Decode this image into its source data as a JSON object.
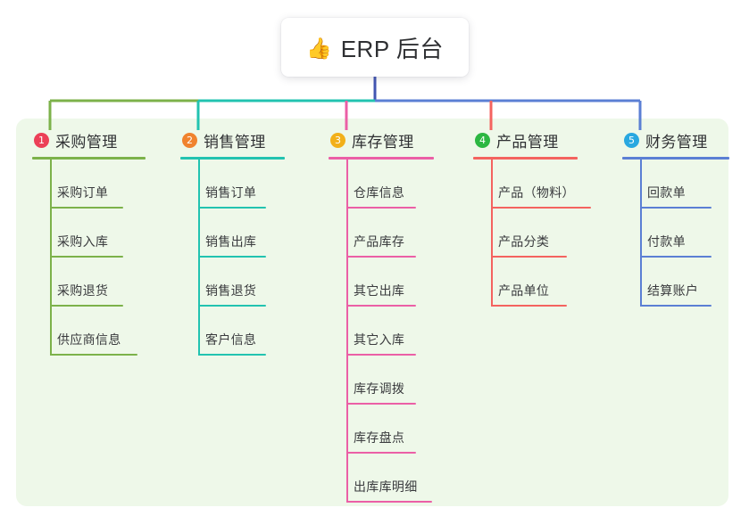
{
  "root": {
    "icon": "thumbs-up-icon",
    "emoji": "👍",
    "title": "ERP 后台"
  },
  "theme": {
    "panel_bg": "#eef8e9",
    "page_bg": "#ffffff",
    "text": "#2f3033",
    "item_text": "#3a3b3e",
    "root_connector": "#4255b2"
  },
  "columns": [
    {
      "index": "1",
      "title": "采购管理",
      "badge_color": "#ec4058",
      "line_color": "#7cb24a",
      "rule_width": 127,
      "items": [
        {
          "label": "采购订单",
          "rule_width": 82
        },
        {
          "label": "采购入库",
          "rule_width": 82
        },
        {
          "label": "采购退货",
          "rule_width": 82
        },
        {
          "label": "供应商信息",
          "rule_width": 98
        }
      ]
    },
    {
      "index": "2",
      "title": "销售管理",
      "badge_color": "#f0832e",
      "line_color": "#22c3b0",
      "rule_width": 117,
      "items": [
        {
          "label": "销售订单",
          "rule_width": 76
        },
        {
          "label": "销售出库",
          "rule_width": 76
        },
        {
          "label": "销售退货",
          "rule_width": 76
        },
        {
          "label": "客户信息",
          "rule_width": 76
        }
      ]
    },
    {
      "index": "3",
      "title": "库存管理",
      "badge_color": "#f2b019",
      "line_color": "#eb5fa6",
      "rule_width": 118,
      "items": [
        {
          "label": "仓库信息",
          "rule_width": 78
        },
        {
          "label": "产品库存",
          "rule_width": 78
        },
        {
          "label": "其它出库",
          "rule_width": 78
        },
        {
          "label": "其它入库",
          "rule_width": 78
        },
        {
          "label": "库存调拨",
          "rule_width": 78
        },
        {
          "label": "库存盘点",
          "rule_width": 78
        },
        {
          "label": "出库库明细",
          "rule_width": 96
        }
      ]
    },
    {
      "index": "4",
      "title": "产品管理",
      "badge_color": "#2cb742",
      "line_color": "#f4635f",
      "rule_width": 117,
      "items": [
        {
          "label": "产品（物料）",
          "rule_width": 112
        },
        {
          "label": "产品分类",
          "rule_width": 85
        },
        {
          "label": "产品单位",
          "rule_width": 85
        }
      ]
    },
    {
      "index": "5",
      "title": "财务管理",
      "badge_color": "#29a8e0",
      "line_color": "#5b7fd4",
      "rule_width": 120,
      "items": [
        {
          "label": "回款单",
          "rule_width": 80
        },
        {
          "label": "付款单",
          "rule_width": 80
        },
        {
          "label": "结算账户",
          "rule_width": 80
        }
      ]
    }
  ]
}
